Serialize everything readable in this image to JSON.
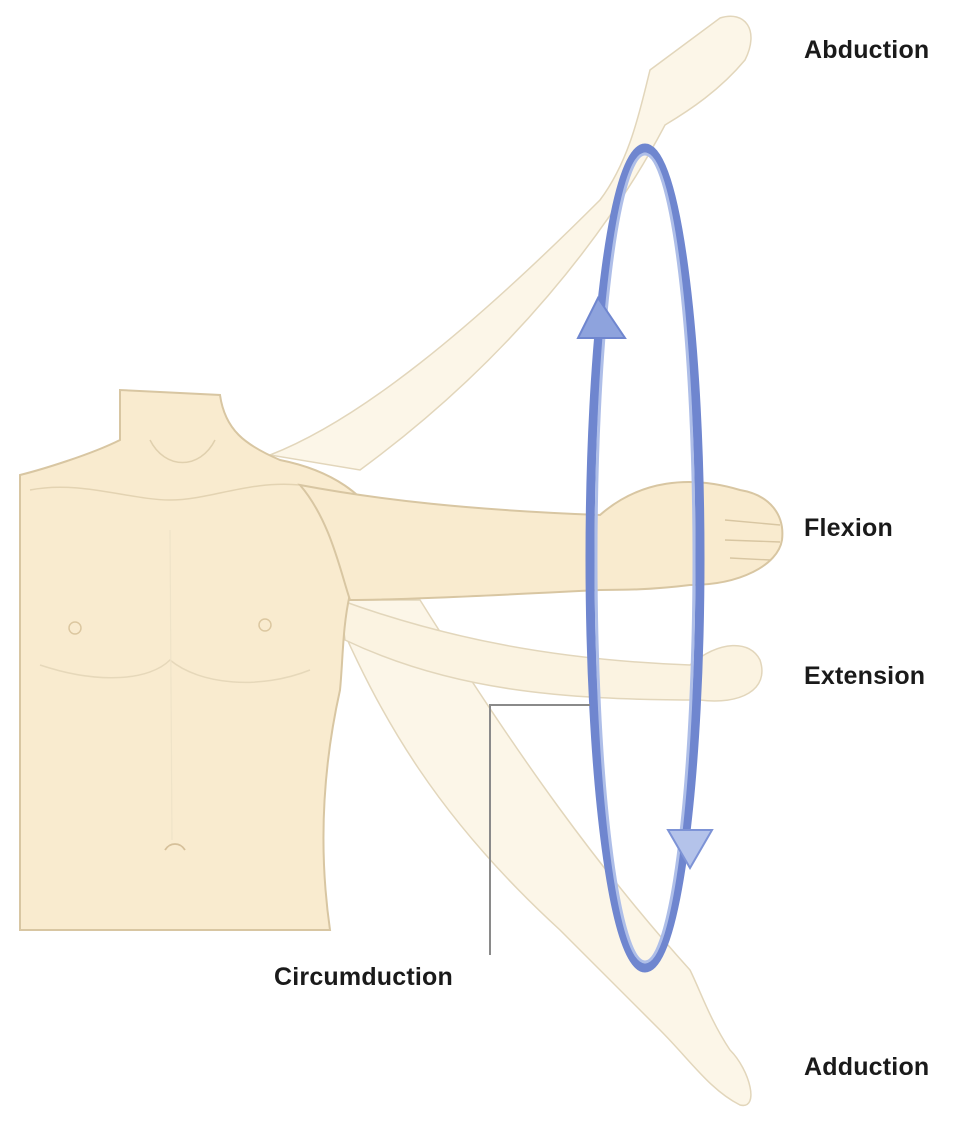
{
  "labels": {
    "abduction": "Abduction",
    "flexion": "Flexion",
    "extension": "Extension",
    "circumduction": "Circumduction",
    "adduction": "Adduction"
  },
  "colors": {
    "skin": "#f9ebcf",
    "skin_light": "#fcf4e3",
    "outline": "#d8c6a2",
    "ring": "#6f86cf",
    "ring_light": "#aebee8",
    "leader": "#8a8a8a",
    "text": "#1a1a1a"
  },
  "icons": {
    "arrow_up": "triangle-up-arrow-icon",
    "arrow_down": "triangle-down-arrow-icon"
  }
}
